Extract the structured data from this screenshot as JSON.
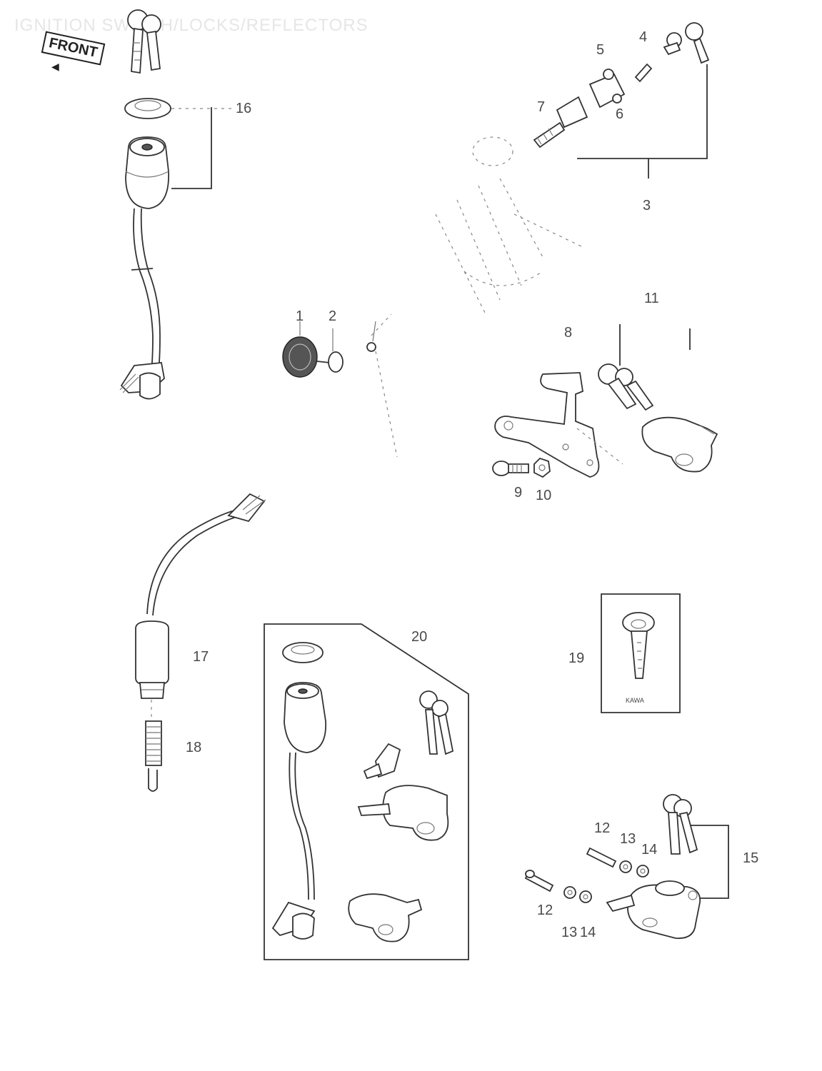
{
  "diagram": {
    "title": "IGNITION SWITCH/LOCKS/REFLECTORS",
    "front_label": "FRONT",
    "kit_card_label": "KAWA",
    "callouts": {
      "c1": "1",
      "c2": "2",
      "c3": "3",
      "c4": "4",
      "c5": "5",
      "c6": "6",
      "c7": "7",
      "c8": "8",
      "c9": "9",
      "c10": "10",
      "c11": "11",
      "c12a": "12",
      "c12b": "12",
      "c13a": "13",
      "c13b": "13",
      "c14a": "14",
      "c14b": "14",
      "c15": "15",
      "c16": "16",
      "c17": "17",
      "c18": "18",
      "c19": "19",
      "c20": "20"
    }
  }
}
